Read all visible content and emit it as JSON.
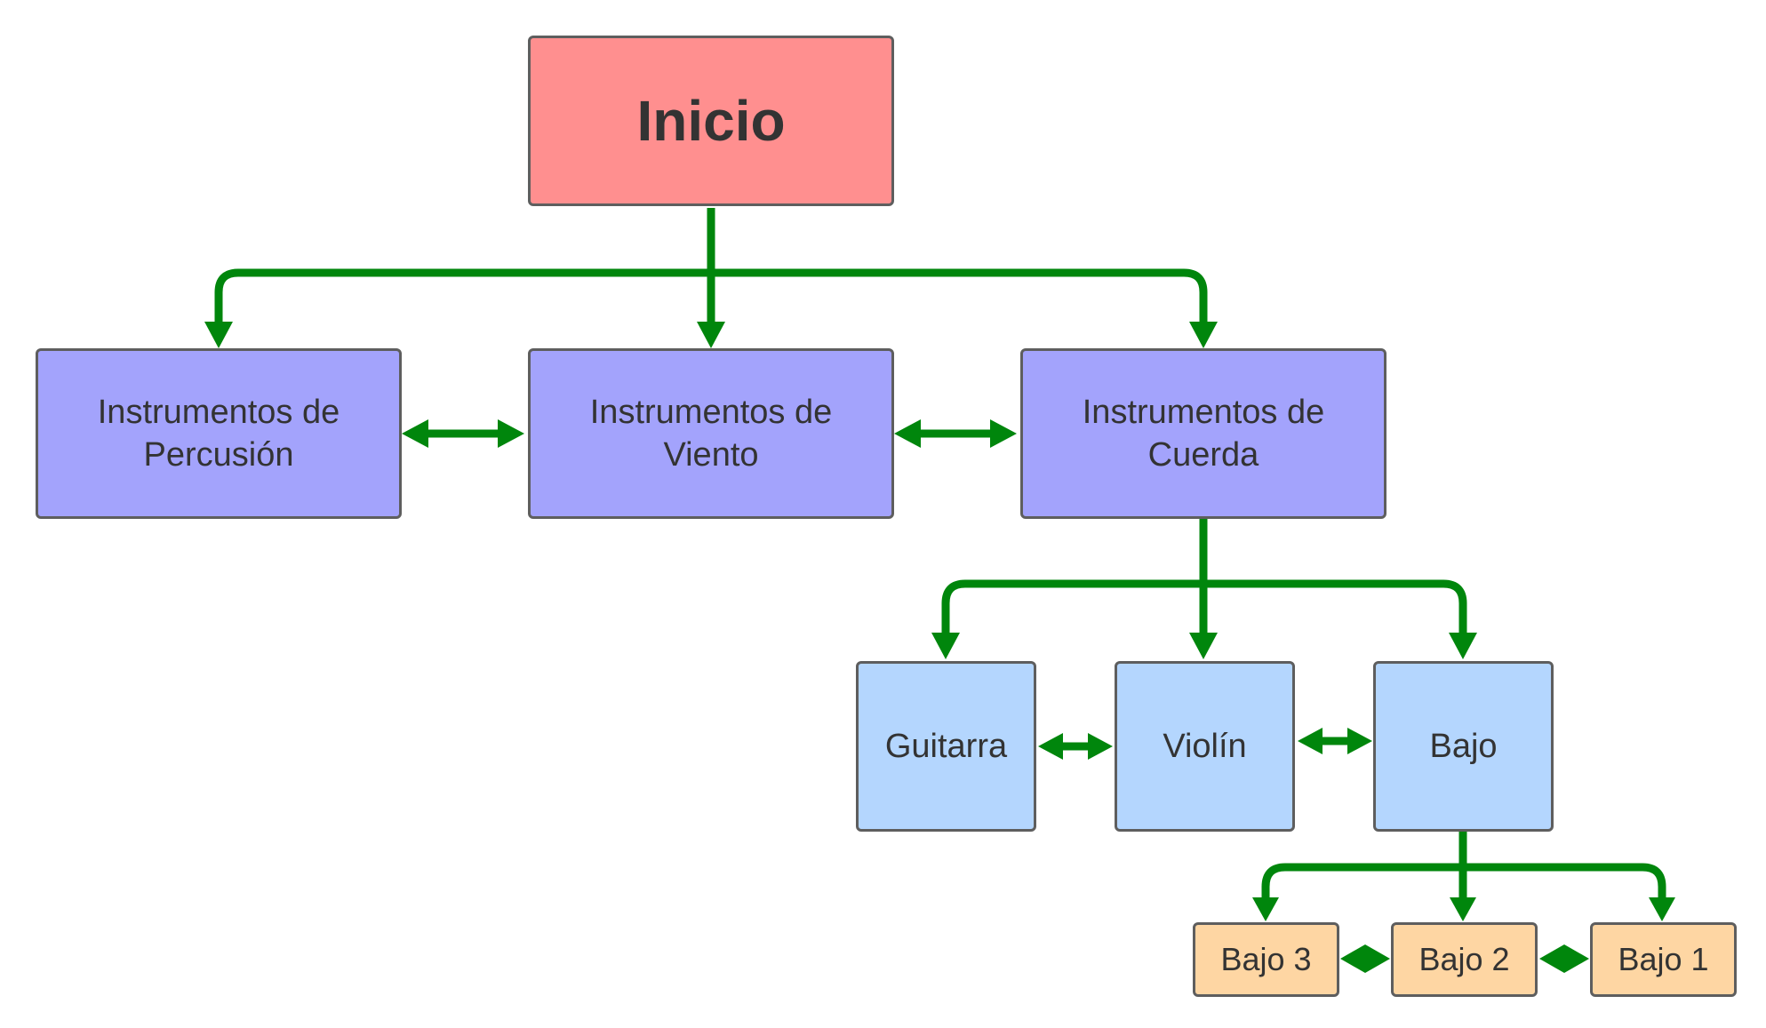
{
  "colors": {
    "connector": "#00860c",
    "border": "#5e5e5e",
    "text": "#333333",
    "root_fill": "#ff8f8f",
    "category_fill": "#a3a3fc",
    "instrument_fill": "#b4d6fe",
    "variant_fill": "#fed6a3"
  },
  "nodes": {
    "inicio": {
      "label": "Inicio"
    },
    "percusion": {
      "label": "Instrumentos de\nPercusión"
    },
    "viento": {
      "label": "Instrumentos de\nViento"
    },
    "cuerda": {
      "label": "Instrumentos de\nCuerda"
    },
    "guitarra": {
      "label": "Guitarra"
    },
    "violin": {
      "label": "Violín"
    },
    "bajo": {
      "label": "Bajo"
    },
    "bajo3": {
      "label": "Bajo 3"
    },
    "bajo2": {
      "label": "Bajo 2"
    },
    "bajo1": {
      "label": "Bajo 1"
    }
  },
  "edges": [
    {
      "from": "inicio",
      "to": "percusion",
      "type": "directed"
    },
    {
      "from": "inicio",
      "to": "viento",
      "type": "directed"
    },
    {
      "from": "inicio",
      "to": "cuerda",
      "type": "directed"
    },
    {
      "from": "percusion",
      "to": "viento",
      "type": "bidirectional"
    },
    {
      "from": "viento",
      "to": "cuerda",
      "type": "bidirectional"
    },
    {
      "from": "cuerda",
      "to": "guitarra",
      "type": "directed"
    },
    {
      "from": "cuerda",
      "to": "violin",
      "type": "directed"
    },
    {
      "from": "cuerda",
      "to": "bajo",
      "type": "directed"
    },
    {
      "from": "guitarra",
      "to": "violin",
      "type": "bidirectional"
    },
    {
      "from": "violin",
      "to": "bajo",
      "type": "bidirectional"
    },
    {
      "from": "bajo",
      "to": "bajo3",
      "type": "directed"
    },
    {
      "from": "bajo",
      "to": "bajo2",
      "type": "directed"
    },
    {
      "from": "bajo",
      "to": "bajo1",
      "type": "directed"
    },
    {
      "from": "bajo3",
      "to": "bajo2",
      "type": "bidirectional"
    },
    {
      "from": "bajo2",
      "to": "bajo1",
      "type": "bidirectional"
    }
  ]
}
